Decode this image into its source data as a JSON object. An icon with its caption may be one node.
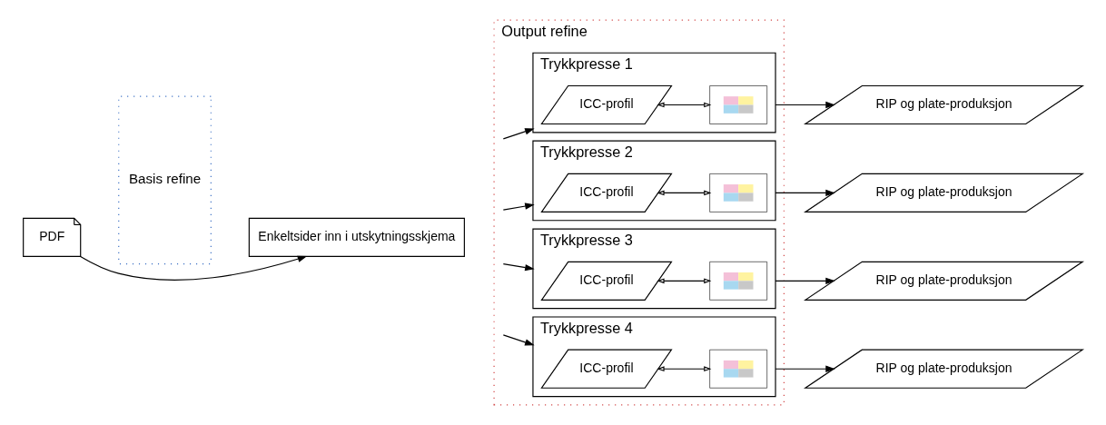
{
  "diagram": {
    "nodes": [
      {
        "text": [
          "PDF"
        ]
      },
      {
        "text": [
          "Basis refine"
        ]
      },
      {
        "text": [
          "Enkeltsider inn i utskytningsskjema"
        ]
      },
      {
        "text": [
          "Output refine"
        ]
      },
      {
        "text": [
          "Trykkpresse 1"
        ],
        "in": 3
      },
      {
        "text": [
          "ICC-profil"
        ],
        "in": 4
      },
      {
        "text": [],
        "shape": "picture",
        "in": 4
      },
      {
        "text": [
          "RIP og plate-produksjon"
        ]
      },
      {
        "text": [
          "Trykkpresse 2"
        ],
        "in": 3
      },
      {
        "text": [
          "ICC-profil"
        ],
        "in": 8
      },
      {
        "text": [],
        "shape": "picture",
        "in": 8
      },
      {
        "text": [
          "RIP og plate-produksjon"
        ]
      },
      {
        "text": [
          "Trykkpresse 3"
        ],
        "in": 3
      },
      {
        "text": [
          "ICC-profil"
        ],
        "in": 12
      },
      {
        "text": [],
        "shape": "picture",
        "in": 12
      },
      {
        "text": [
          "RIP og plate-produksjon"
        ]
      },
      {
        "text": [
          "Trykkpresse 4"
        ],
        "in": 3
      },
      {
        "text": [
          "ICC-profil"
        ],
        "in": 16
      },
      {
        "text": [],
        "shape": "picture",
        "in": 16
      },
      {
        "text": [
          "RIP og plate-produksjon"
        ]
      }
    ],
    "edges": [
      {
        "from": 0,
        "to": 2,
        "arrow": "to"
      },
      {
        "from": null,
        "to": 4,
        "arrow": "to"
      },
      {
        "from": 5,
        "to": 6,
        "arrow": "both"
      },
      {
        "from": 4,
        "to": 7,
        "arrow": "to"
      },
      {
        "from": null,
        "to": 8,
        "arrow": "to"
      },
      {
        "from": 9,
        "to": 10,
        "arrow": "both"
      },
      {
        "from": 8,
        "to": 11,
        "arrow": "to"
      },
      {
        "from": null,
        "to": 12,
        "arrow": "to"
      },
      {
        "from": 13,
        "to": 14,
        "arrow": "both"
      },
      {
        "from": 12,
        "to": 15,
        "arrow": "to"
      },
      {
        "from": null,
        "to": 16,
        "arrow": "to"
      },
      {
        "from": 17,
        "to": 18,
        "arrow": "both"
      },
      {
        "from": 16,
        "to": 19,
        "arrow": "to"
      }
    ]
  }
}
